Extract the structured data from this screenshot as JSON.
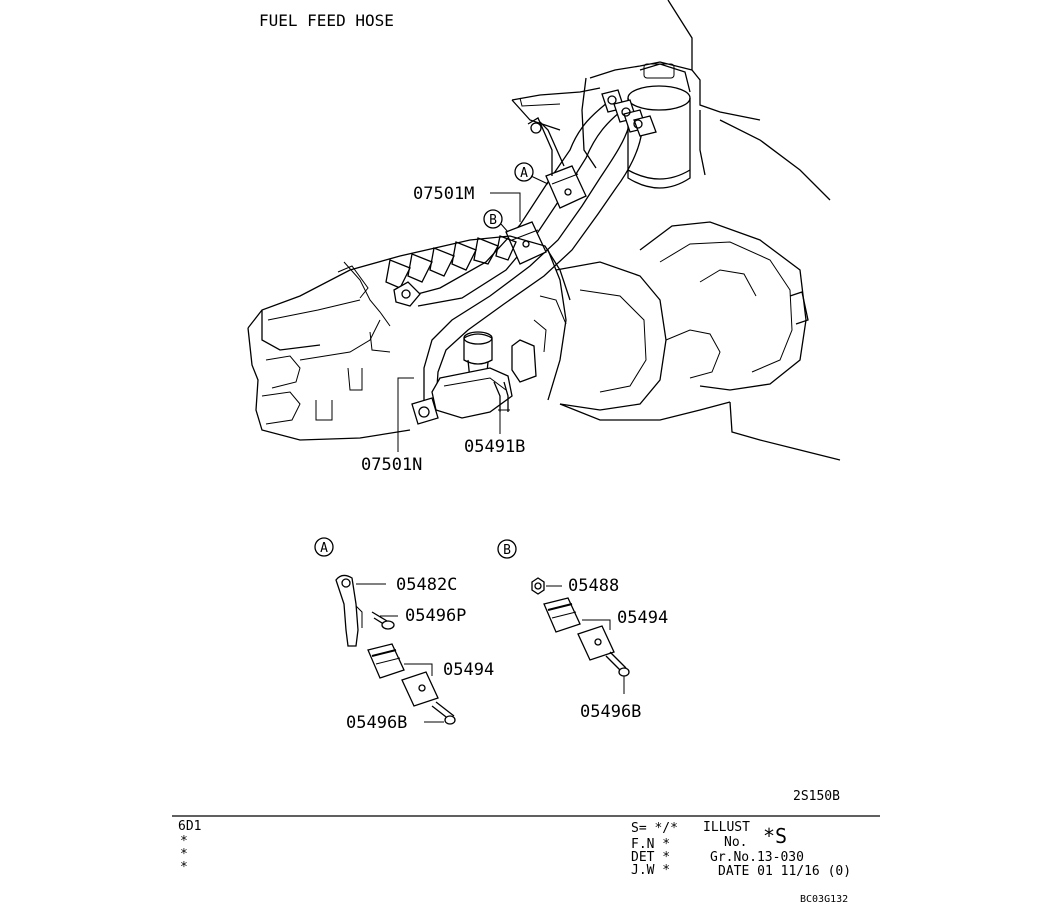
{
  "title": "FUEL FEED HOSE",
  "callouts": {
    "circle_a": "A",
    "circle_b": "B",
    "p_07501M": "07501M",
    "p_07501N": "07501N",
    "p_05491B": "05491B"
  },
  "detail_a": {
    "letter": "A",
    "p_05482C": "05482C",
    "p_05496P": "05496P",
    "p_05494": "05494",
    "p_05496B": "05496B"
  },
  "detail_b": {
    "letter": "B",
    "p_05488": "05488",
    "p_05494": "05494",
    "p_05496B": "05496B"
  },
  "drawing_code": "2S150B",
  "footer": {
    "model": "6D1",
    "stars": [
      "*",
      "*",
      "*"
    ],
    "s_line": "S= */*",
    "fn_line": "F.N *",
    "det_line": "DET *",
    "jw_line": "J.W *",
    "illust_label": "ILLUST",
    "no_label": "No.",
    "illust_value": "*S",
    "gr_no": "Gr.No.13-030",
    "date": "DATE 01 11/16 (0)",
    "image_code": "BC03G132"
  }
}
